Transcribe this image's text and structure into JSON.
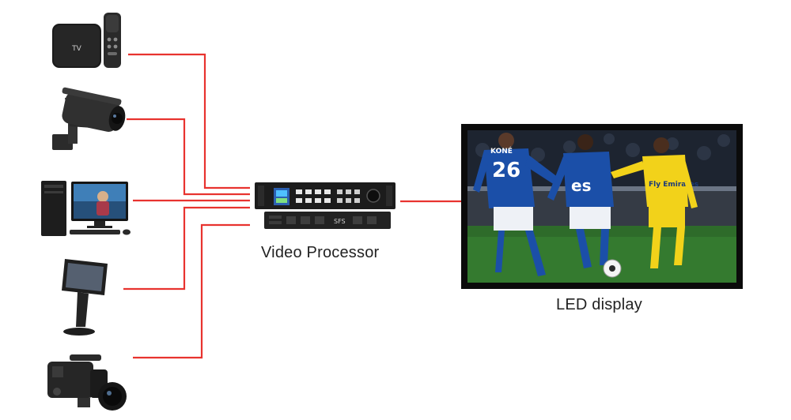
{
  "colors": {
    "cable": "#e8332f",
    "device_dark": "#1c1c1c",
    "screen_frame": "#0b0b0b",
    "pitch": "#2e6b2a",
    "kit_blue": "#1b4fa8",
    "kit_yellow": "#f2d21a"
  },
  "icons": [
    "tv-box-icon",
    "security-camera-icon",
    "desktop-computer-icon",
    "kiosk-touchscreen-icon",
    "video-camera-icon"
  ],
  "devices": {
    "tv_box_logo": "TV",
    "processor_brand": "SFS"
  },
  "labels": {
    "processor": "Video Processor",
    "display": "LED display"
  },
  "screen_content": {
    "jersey_number": "26",
    "jersey_name": "KONÉ",
    "sponsor_1": "es",
    "sponsor_2": "Fly Emirates"
  }
}
